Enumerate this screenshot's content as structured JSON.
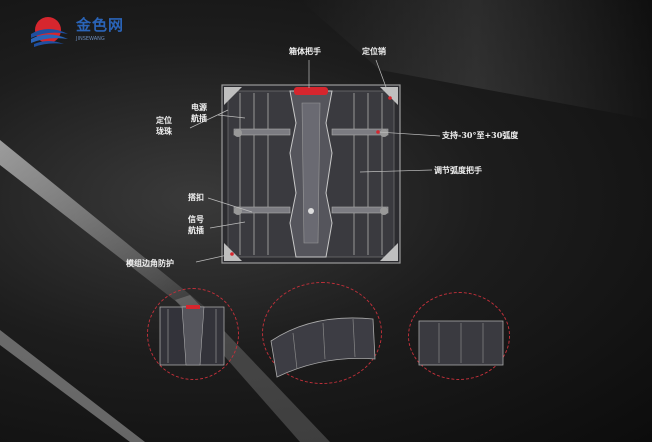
{
  "logo": {
    "brand_name": "金色网",
    "tagline": "JINSEWANG"
  },
  "labels": {
    "box_handle": "箱体把手",
    "locating_pin": "定位销",
    "power_socket": "电源\n航插",
    "locating_bead": "定位\n珑珠",
    "support_arc": "支持-30°至+30弧度",
    "arc_handle": "调节弧度把手",
    "buckle": "搭扣",
    "signal_socket": "信号\n航插",
    "corner_protect": "模组边角防护"
  },
  "colors": {
    "accent_red": "#d6262e",
    "callout_line": "#bdbdbd",
    "circle_dash": "#c0303a"
  }
}
